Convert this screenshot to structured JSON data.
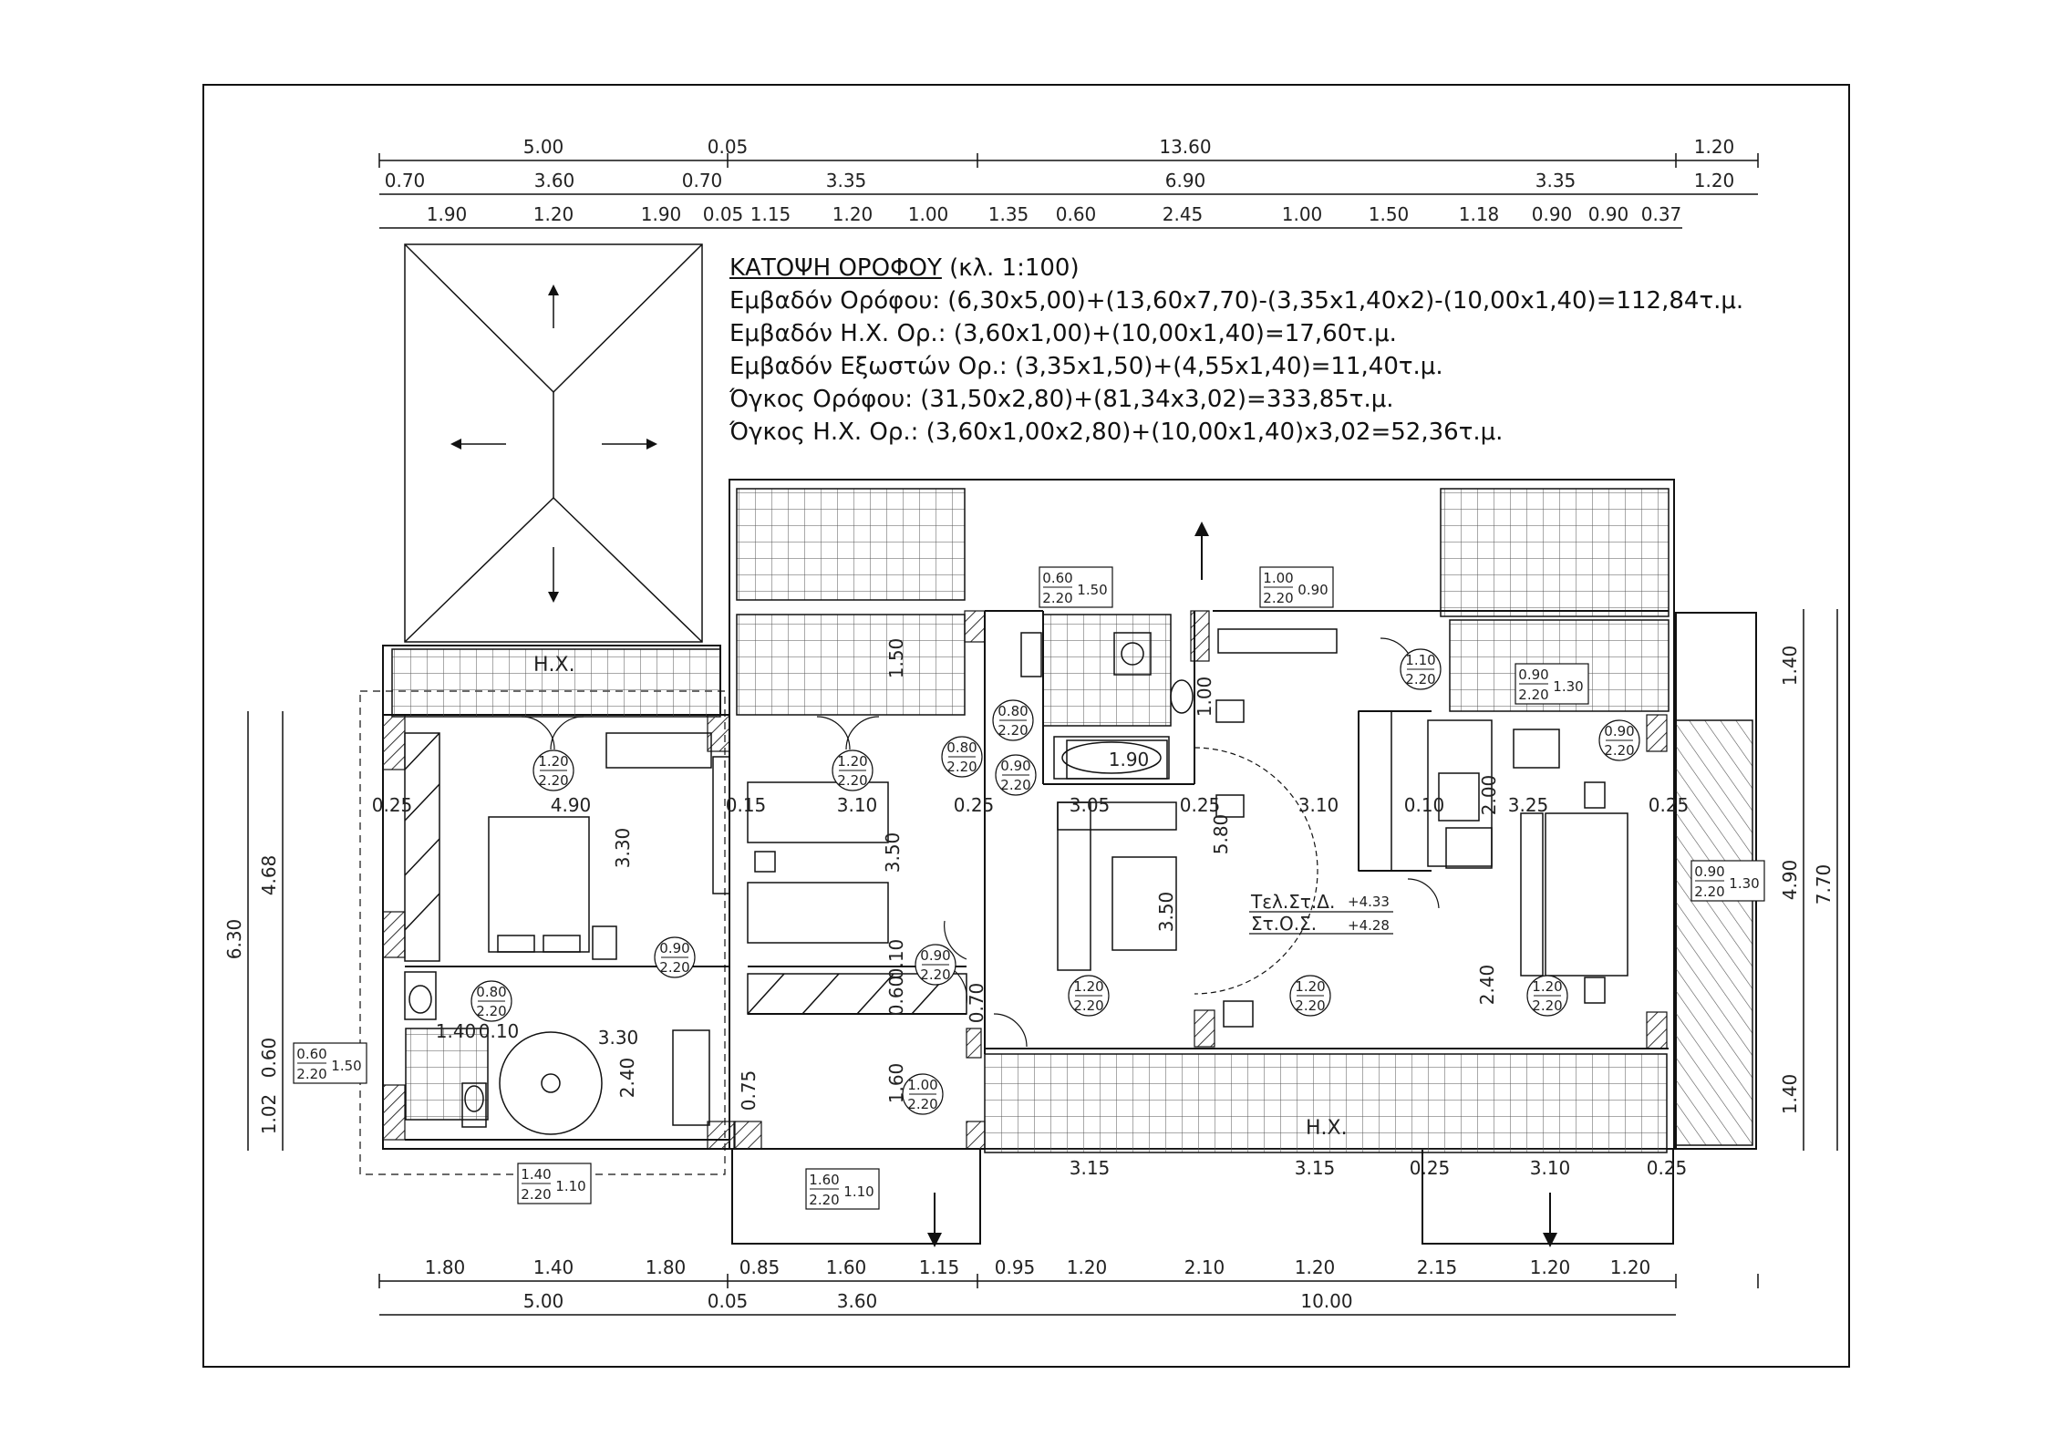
{
  "title": "ΚΑΤΟΨΗ ΟΡΟΦΟΥ",
  "scale": "(κλ. 1:100)",
  "notes": [
    "Εμβαδόν Ορόφου: (6,30x5,00)+(13,60x7,70)-(3,35x1,40x2)-(10,00x1,40)=112,84τ.μ.",
    "Εμβαδόν Η.Χ. Ορ.: (3,60x1,00)+(10,00x1,40)=17,60τ.μ.",
    "Εμβαδόν Εξωστών Ορ.: (3,35x1,50)+(4,55x1,40)=11,40τ.μ.",
    "Όγκος Ορόφου: (31,50x2,80)+(81,34x3,02)=333,85τ.μ.",
    "Όγκος Η.Χ. Ορ.: (3,60x1,00x2,80)+(10,00x1,40)x3,02=52,36τ.μ."
  ],
  "dimensions": {
    "top_row1": [
      "5.00",
      "0.05",
      "13.60",
      "1.20"
    ],
    "top_row2": [
      "0.70",
      "3.60",
      "0.70",
      "3.35",
      "6.90",
      "3.35",
      "1.20"
    ],
    "top_row3": [
      "1.90",
      "1.20",
      "1.90",
      "0.05",
      "1.15",
      "1.20",
      "1.00",
      "1.35",
      "0.60",
      "2.45",
      "1.00",
      "1.50",
      "1.18",
      "0.90",
      "0.90",
      "0.37"
    ],
    "bottom_row1": [
      "1.80",
      "1.40",
      "1.80",
      "0.85",
      "1.60",
      "1.15",
      "0.95",
      "1.20",
      "2.10",
      "1.20",
      "2.15",
      "1.20",
      "1.20"
    ],
    "bottom_row2": [
      "5.00",
      "0.05",
      "3.60",
      "10.00"
    ],
    "left": [
      "6.30",
      "4.68",
      "0.60",
      "1.02"
    ],
    "right": [
      "1.40",
      "4.90",
      "7.70",
      "1.40"
    ],
    "interior_bottom": [
      "3.15",
      "3.15",
      "0.25",
      "3.10",
      "0.25"
    ]
  },
  "interior_labels": [
    "0.25",
    "4.90",
    "3.30",
    "0.15",
    "3.10",
    "3.50",
    "0.25",
    "3.05",
    "0.25",
    "3.10",
    "0.10",
    "3.25",
    "0.25",
    "1.90",
    "5.80",
    "3.50",
    "2.40",
    "2.00",
    "1.50",
    "1.00",
    "3.30",
    "2.40",
    "1.40",
    "0.10",
    "1.60",
    "0.75",
    "0.10",
    "0.60",
    "0.70"
  ],
  "hatch_labels": [
    "Η.Χ.",
    "Η.Χ."
  ],
  "levels": {
    "line1_label": "Τελ.Στ.Δ.",
    "line1_value": "+4.33",
    "line2_label": "Στ.Ο.Σ.",
    "line2_value": "+4.28"
  },
  "openings": [
    {
      "top": "0.60",
      "bottom": "2.20",
      "side": "1.50"
    },
    {
      "top": "1.00",
      "bottom": "2.20",
      "side": "0.90"
    },
    {
      "top": "0.90",
      "bottom": "2.20",
      "side": "1.30"
    },
    {
      "top": "0.90",
      "bottom": "2.20",
      "side": "1.30"
    },
    {
      "top": "0.60",
      "bottom": "2.20",
      "side": "1.50"
    },
    {
      "top": "1.40",
      "bottom": "2.20",
      "side": "1.10"
    },
    {
      "top": "1.60",
      "bottom": "2.20",
      "side": "1.10"
    }
  ],
  "doors": [
    {
      "top": "1.20",
      "bottom": "2.20"
    },
    {
      "top": "1.20",
      "bottom": "2.20"
    },
    {
      "top": "0.80",
      "bottom": "2.20"
    },
    {
      "top": "0.80",
      "bottom": "2.20"
    },
    {
      "top": "0.90",
      "bottom": "2.20"
    },
    {
      "top": "1.10",
      "bottom": "2.20"
    },
    {
      "top": "0.90",
      "bottom": "2.20"
    },
    {
      "top": "0.90",
      "bottom": "2.20"
    },
    {
      "top": "0.90",
      "bottom": "2.20"
    },
    {
      "top": "0.80",
      "bottom": "2.20"
    },
    {
      "top": "1.20",
      "bottom": "2.20"
    },
    {
      "top": "1.20",
      "bottom": "2.20"
    },
    {
      "top": "1.20",
      "bottom": "2.20"
    },
    {
      "top": "1.00",
      "bottom": "2.20"
    }
  ]
}
